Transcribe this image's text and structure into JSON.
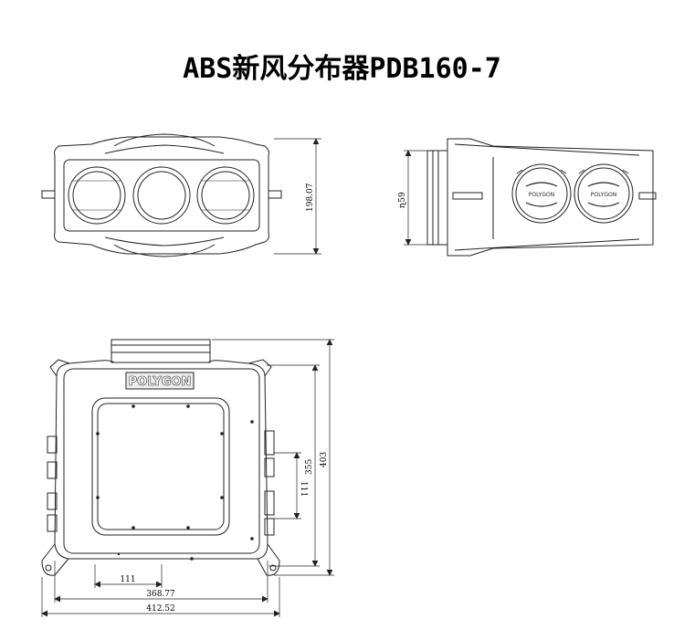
{
  "title": "ABS新风分布器PDB160-7",
  "front_view": {
    "height_dim": "198.07"
  },
  "side_view": {
    "diameter_dim": "ɳ59",
    "knob_brand": "POLYGON"
  },
  "top_view": {
    "brand": "POLYGON",
    "height_dim": "403",
    "inner_height_dim": "355",
    "spacing_dim_vertical": "111",
    "spacing_dim_horizontal": "111",
    "inner_width_dim": "368.77",
    "total_width_dim": "412.52"
  }
}
